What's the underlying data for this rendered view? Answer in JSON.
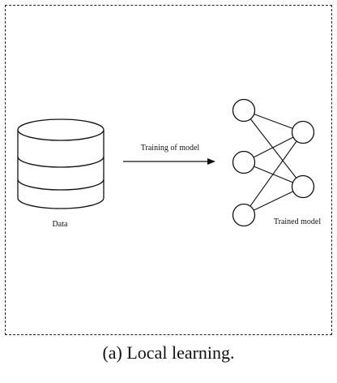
{
  "figure": {
    "caption": "(a) Local learning."
  },
  "diagram": {
    "database_label": "Data",
    "arrow_label": "Training of model",
    "model_label": "Trained model"
  },
  "network": {
    "input_nodes": 3,
    "output_nodes": 2,
    "connections": "fully-connected"
  }
}
